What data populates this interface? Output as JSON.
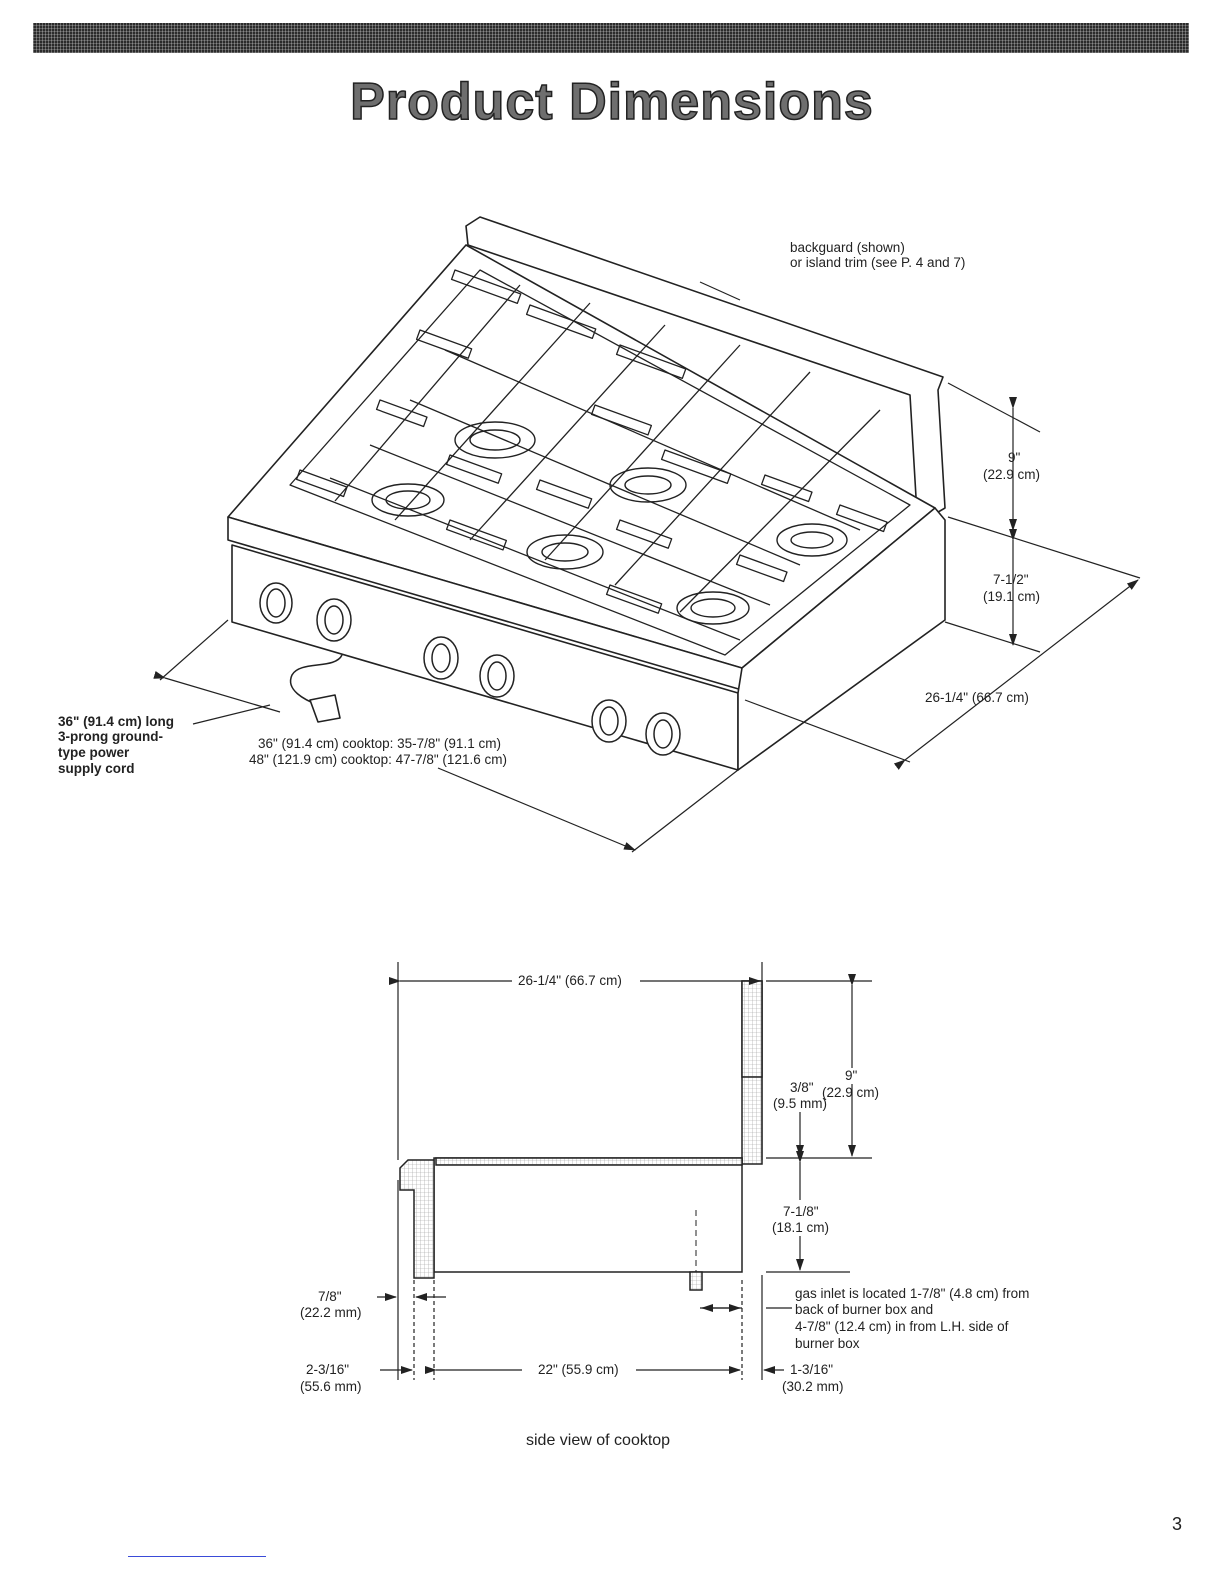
{
  "page": {
    "title": "Product Dimensions",
    "page_number": "3"
  },
  "top_view": {
    "backguard_note_line1": "backguard (shown)",
    "backguard_note_line2": "or island trim (see P. 4 and 7)",
    "height_9_in": "9\"",
    "height_9_cm": "(22.9 cm)",
    "height_7_5_in": "7-1/2\"",
    "height_7_5_cm": "(19.1 cm)",
    "depth": "26-1/4\" (66.7 cm)",
    "cord_line1": "36\" (91.4 cm) long",
    "cord_line2": "3-prong ground-",
    "cord_line3": "type power",
    "cord_line4": "supply cord",
    "width_36": "36\" (91.4 cm) cooktop: 35-7/8\" (91.1 cm)",
    "width_48": "48\" (121.9 cm) cooktop: 47-7/8\" (121.6 cm)"
  },
  "side_view": {
    "overall_depth": "26-1/4\" (66.7 cm)",
    "backguard_in": "9\"",
    "backguard_cm": "(22.9 cm)",
    "thickness_in": "3/8\"",
    "thickness_mm": "(9.5 mm)",
    "body_in": "7-1/8\"",
    "body_cm": "(18.1 cm)",
    "front_in": "7/8\"",
    "front_mm": "(22.2 mm)",
    "offset_in": "2-3/16\"",
    "offset_mm": "(55.6 mm)",
    "body_depth": "22\" (55.9 cm)",
    "rear_in": "1-3/16\"",
    "rear_mm": "(30.2 mm)",
    "gas_line1": "gas inlet is located 1-7/8\" (4.8 cm) from",
    "gas_line2": "back of burner box and",
    "gas_line3": "4-7/8\" (12.4 cm) in from L.H. side of",
    "gas_line4": "burner box",
    "caption": "side view of cooktop"
  }
}
